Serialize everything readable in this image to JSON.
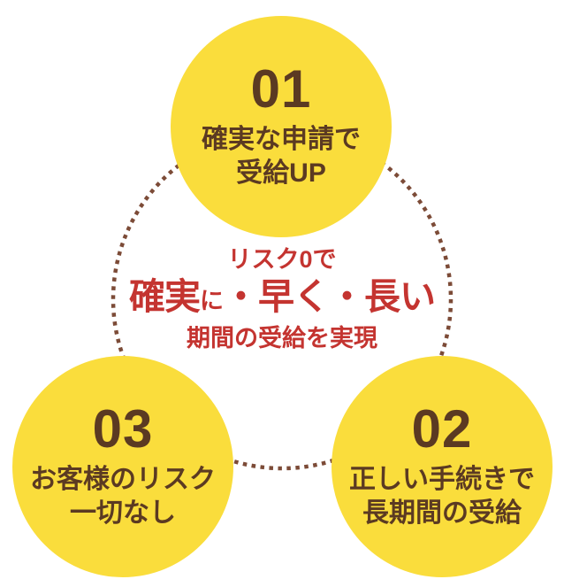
{
  "colors": {
    "background": "#ffffff",
    "circle": "#fadd3c",
    "brown": "#5b3a22",
    "red": "#c43430",
    "dots": "#7c4b37"
  },
  "center_message": {
    "line1": "リスク0で",
    "line2_segments": [
      {
        "text": "確実",
        "small": false
      },
      {
        "text": "に",
        "small": true
      },
      {
        "text": "・早く・長い",
        "small": false
      }
    ],
    "line3": "期間の受給を実現"
  },
  "items": [
    {
      "number": "01",
      "lines": [
        "確実な申請で",
        "受給UP"
      ]
    },
    {
      "number": "02",
      "lines": [
        "正しい手続きで",
        "長期間の受給"
      ]
    },
    {
      "number": "03",
      "lines": [
        "お客様のリスク",
        "一切なし"
      ]
    }
  ]
}
